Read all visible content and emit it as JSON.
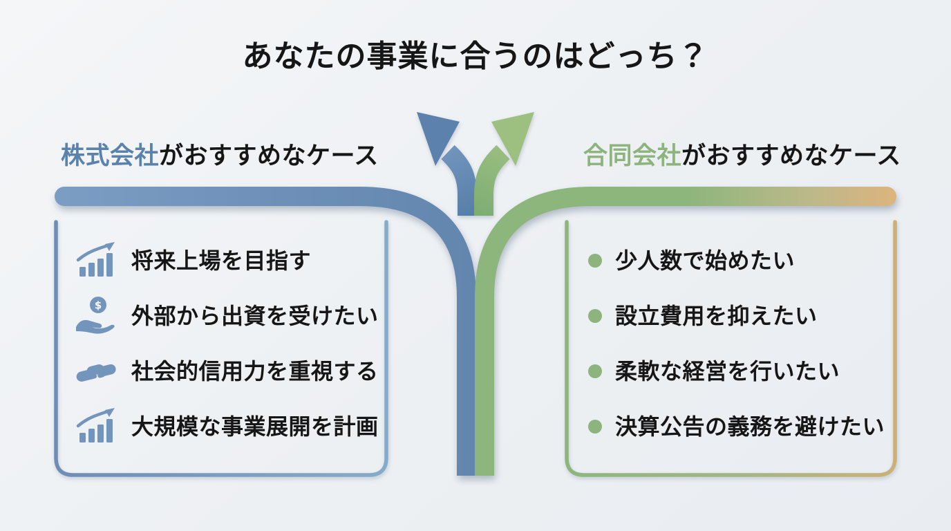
{
  "title": "あなたの事業に合うのはどっち？",
  "left": {
    "heading_highlight": "株式会社",
    "heading_rest": "がおすすめなケース",
    "items": [
      {
        "icon": "chart-growth-icon",
        "label": "将来上場を目指す"
      },
      {
        "icon": "hand-coin-icon",
        "label": "外部から出資を受けたい"
      },
      {
        "icon": "handshake-icon",
        "label": "社会的信用力を重視する"
      },
      {
        "icon": "chart-growth-icon",
        "label": "大規模な事業展開を計画"
      }
    ]
  },
  "right": {
    "heading_highlight": "合同会社",
    "heading_rest": "がおすすめなケース",
    "items": [
      {
        "icon": "bullet-dot-icon",
        "label": "少人数で始めたい"
      },
      {
        "icon": "bullet-dot-icon",
        "label": "設立費用を抑えたい"
      },
      {
        "icon": "bullet-dot-icon",
        "label": "柔軟な経営を行いたい"
      },
      {
        "icon": "bullet-dot-icon",
        "label": "決算公告の義務を避けたい"
      }
    ]
  },
  "colors": {
    "blue": "#6b8eb8",
    "blue_text": "#5b82ab",
    "icon_blue": "#7394bb",
    "green": "#8db67c",
    "green_text": "#8cb47c",
    "tan": "#dcb47e",
    "card_tan": "#ccb077",
    "text": "#161616",
    "background": "#eef1f4"
  }
}
